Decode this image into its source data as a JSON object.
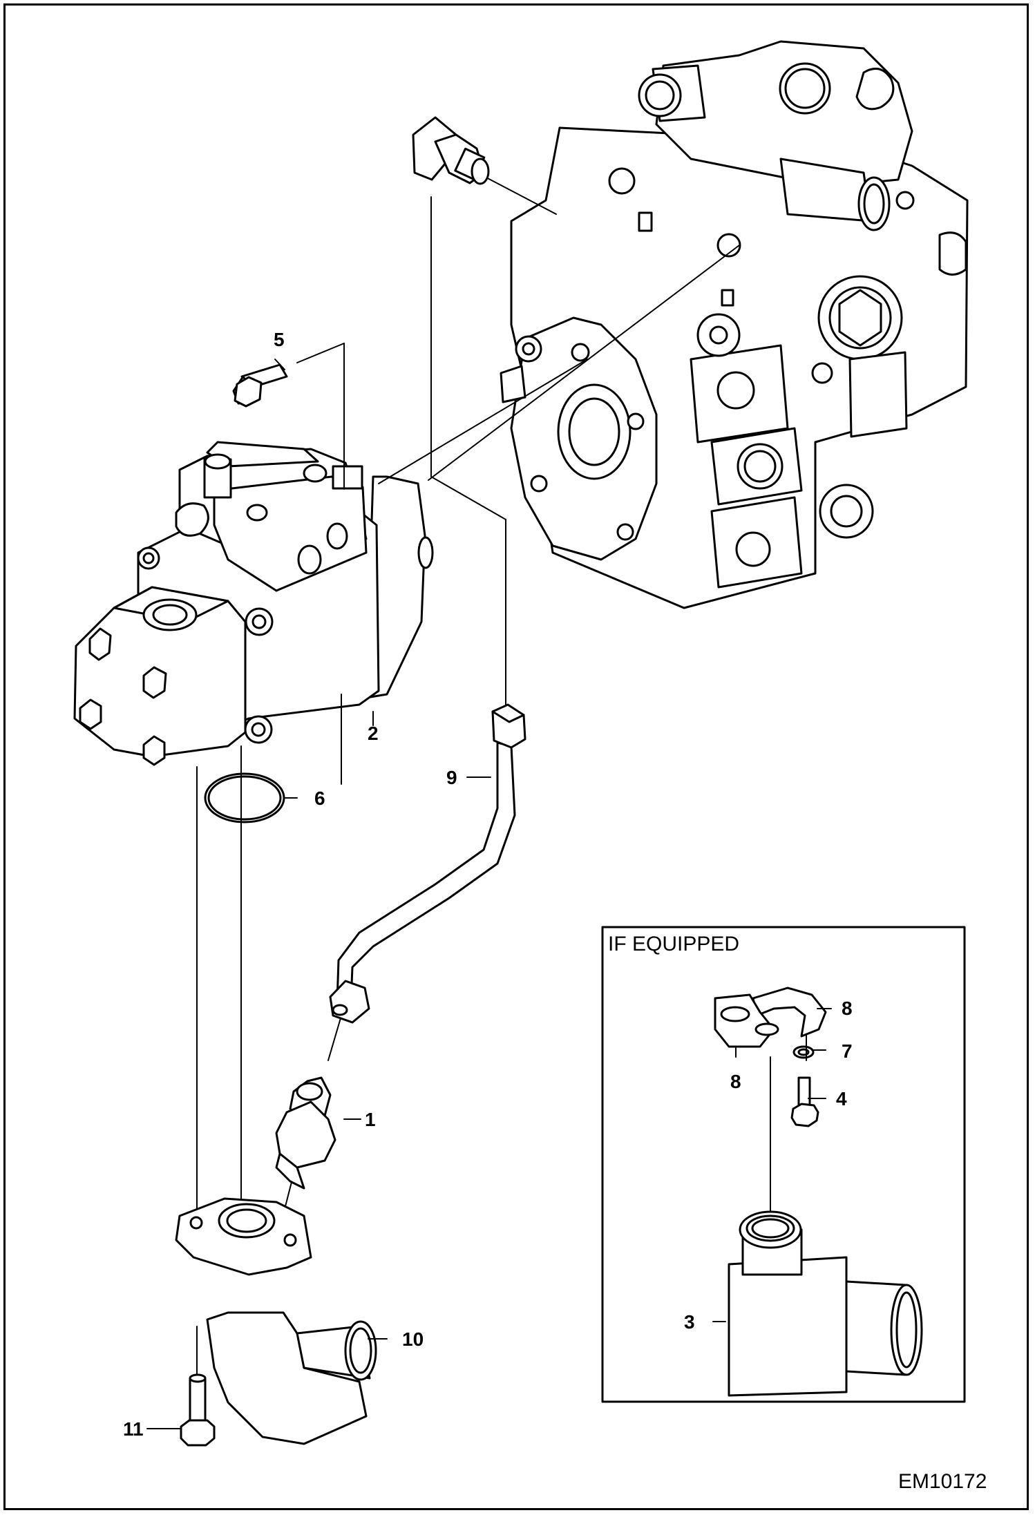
{
  "figure_id": "EM10172",
  "inset": {
    "title": "IF EQUIPPED"
  },
  "callouts": {
    "c1": "1",
    "c2": "2",
    "c3": "3",
    "c4": "4",
    "c5": "5",
    "c6": "6",
    "c7": "7",
    "c8a": "8",
    "c8b": "8",
    "c9": "9",
    "c10": "10",
    "c11": "11"
  }
}
